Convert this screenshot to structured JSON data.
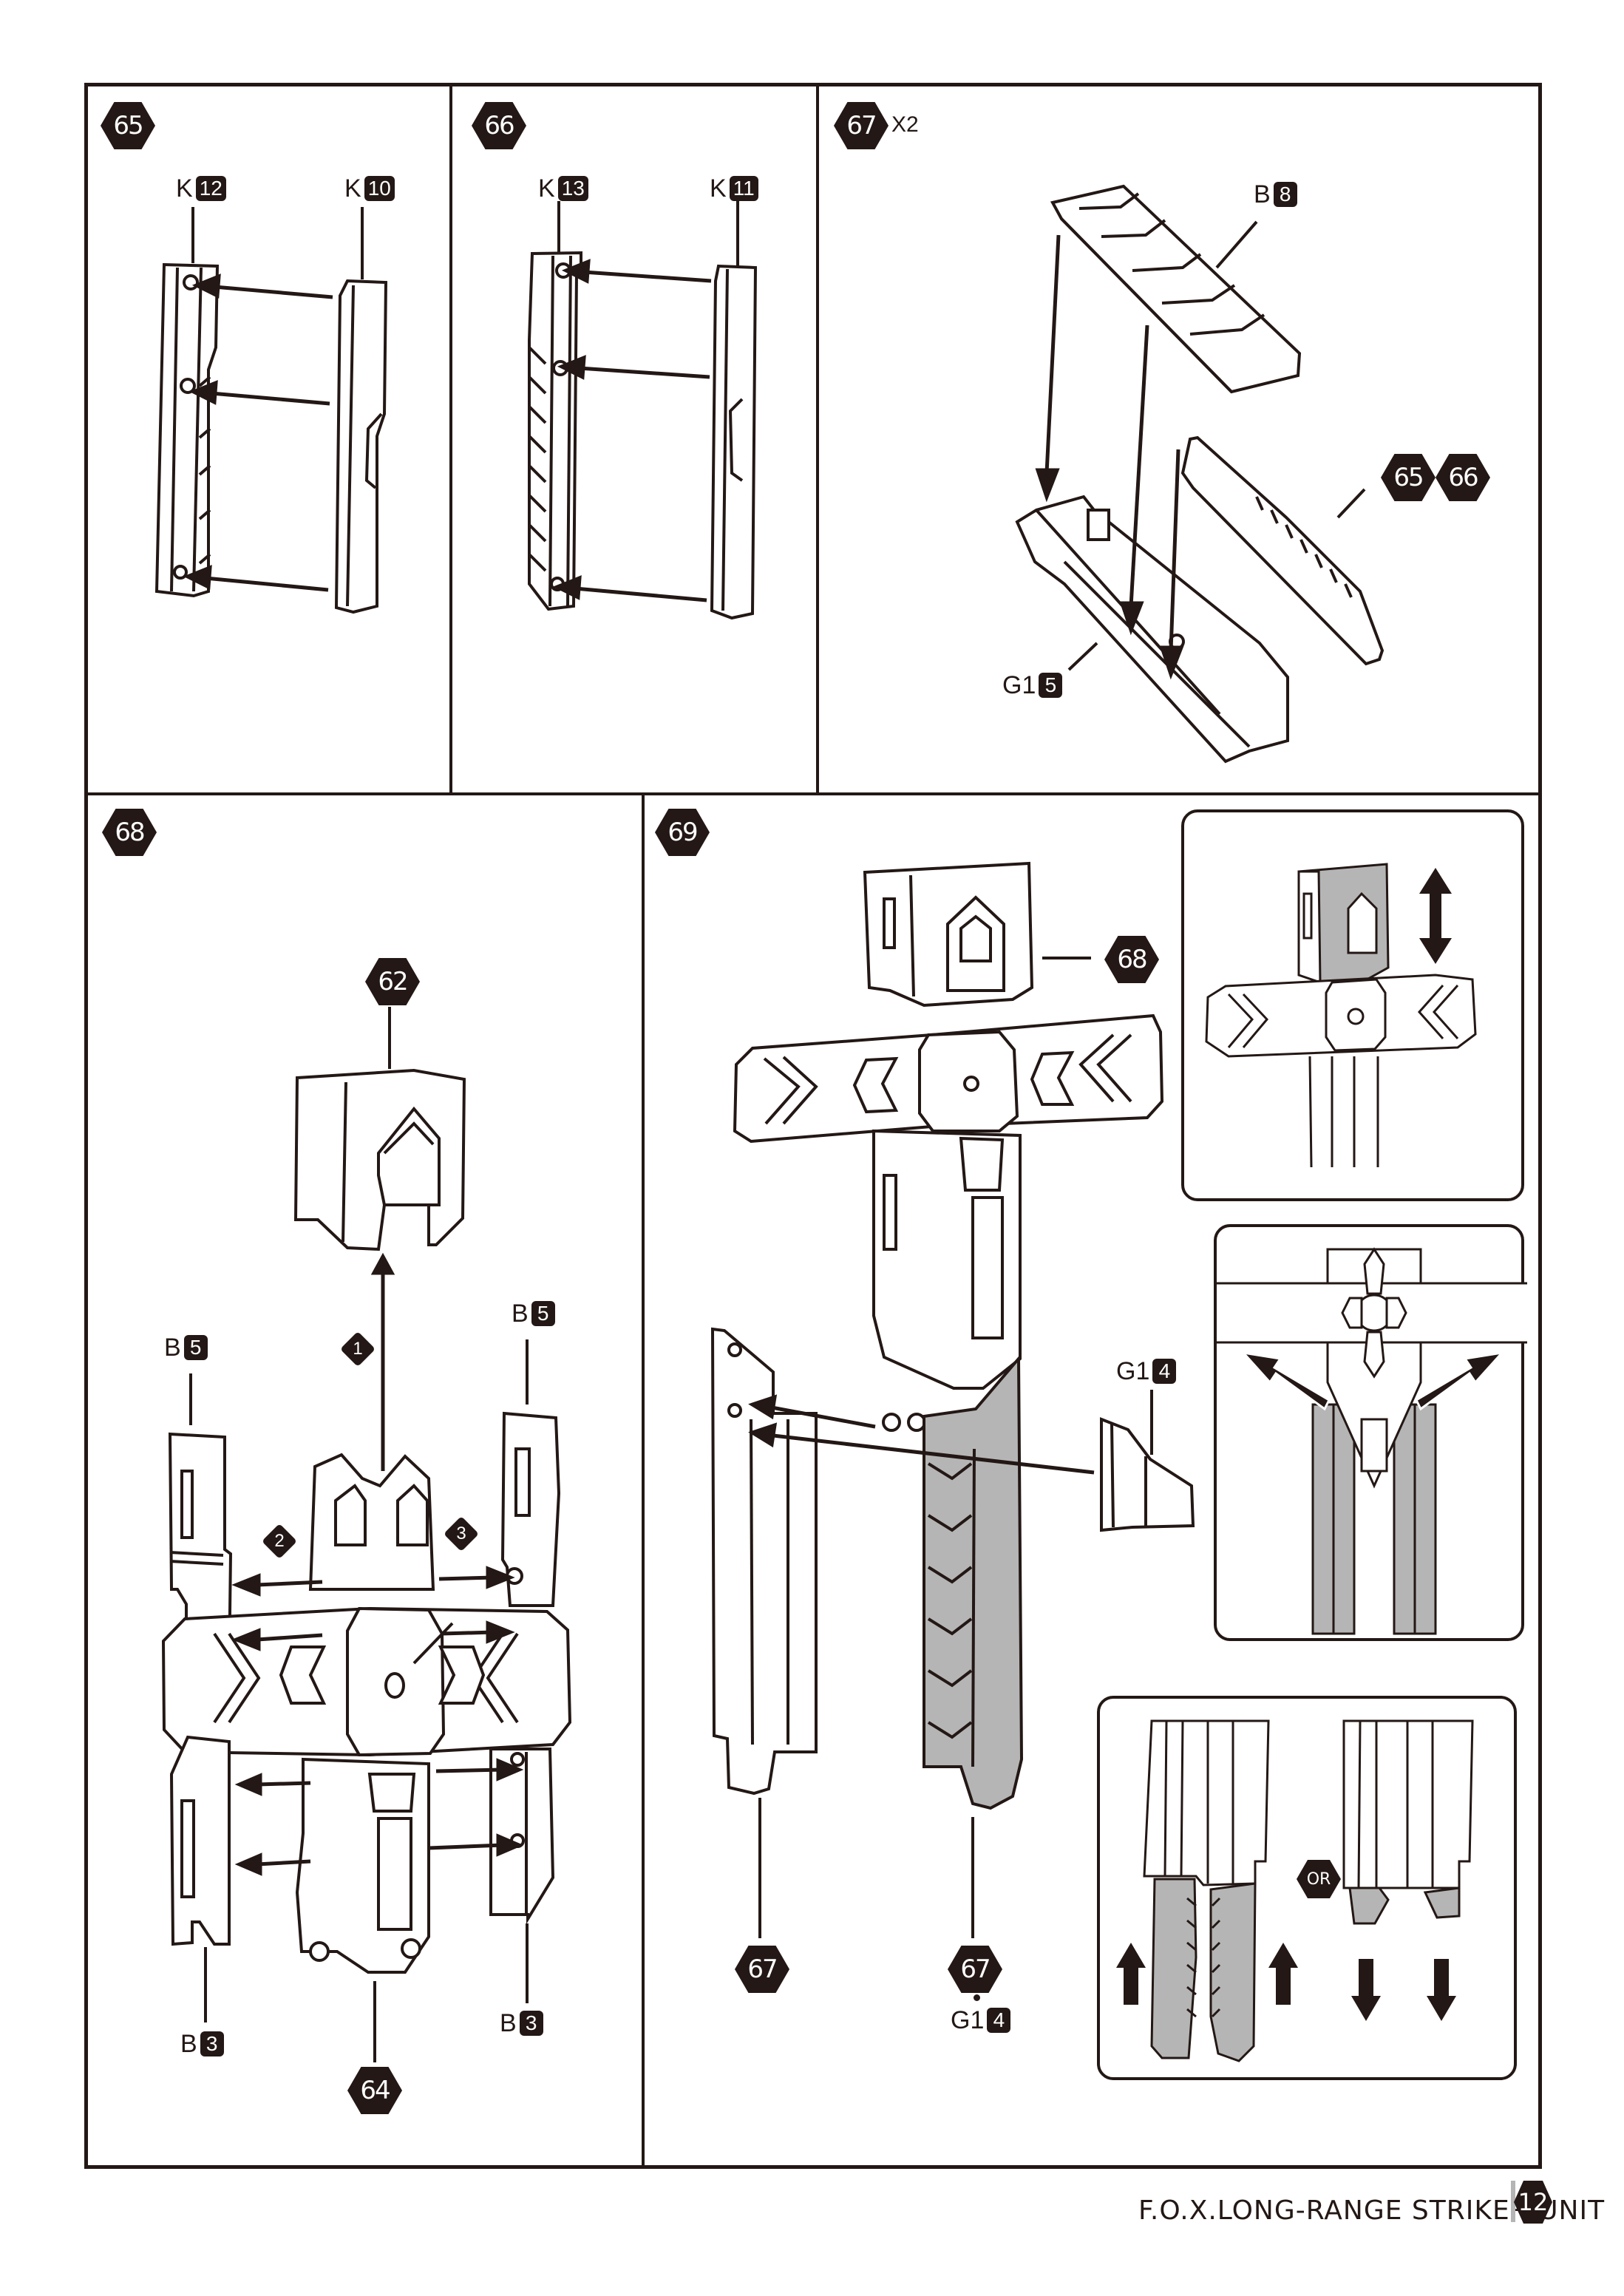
{
  "page": {
    "footer_title": "F.O.X.LONG-RANGE STRIKER UNIT",
    "page_number": "12",
    "colors": {
      "ink": "#231815",
      "shade": "#b5b5b5",
      "paper": "#ffffff"
    }
  },
  "steps": [
    {
      "number": "65",
      "parts": [
        {
          "runner": "K",
          "part": "12"
        },
        {
          "runner": "K",
          "part": "10"
        }
      ]
    },
    {
      "number": "66",
      "parts": [
        {
          "runner": "K",
          "part": "13"
        },
        {
          "runner": "K",
          "part": "11"
        }
      ]
    },
    {
      "number": "67",
      "quantity": "X2",
      "parts": [
        {
          "runner": "B",
          "part": "8"
        },
        {
          "runner": "G1",
          "part": "5"
        }
      ],
      "subassemblies": [
        "65",
        "66"
      ]
    },
    {
      "number": "68",
      "parts": [
        {
          "runner": "B",
          "part": "5"
        },
        {
          "runner": "B",
          "part": "5"
        },
        {
          "runner": "B",
          "part": "3"
        },
        {
          "runner": "B",
          "part": "3"
        }
      ],
      "subassemblies": [
        "62",
        "64"
      ],
      "order_markers": [
        "1",
        "2",
        "3"
      ]
    },
    {
      "number": "69",
      "parts": [
        {
          "runner": "G1",
          "part": "4"
        },
        {
          "runner": "G1",
          "part": "4"
        }
      ],
      "subassemblies": [
        "68",
        "67",
        "67"
      ],
      "or_label": "OR"
    }
  ],
  "icons": {
    "step_badge": "hexagon-badge",
    "part_number": "square-number-badge",
    "order": "diamond-number-badge",
    "direction": "arrow-icon",
    "both_way": "double-arrow-icon"
  }
}
